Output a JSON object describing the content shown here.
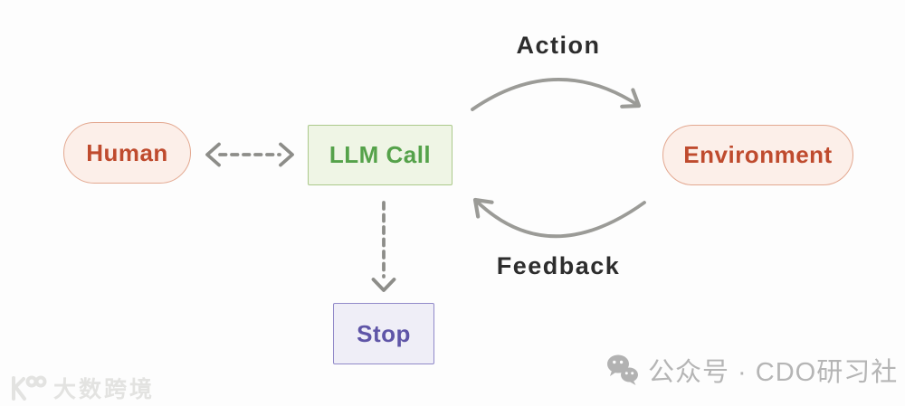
{
  "diagram": {
    "nodes": {
      "human": {
        "label": "Human",
        "bg": "#fcefe9",
        "border": "#e3a890",
        "text_color": "#bf4b2e",
        "shape": "pill"
      },
      "llm_call": {
        "label": "LLM Call",
        "bg": "#eff5e5",
        "border": "#abc98a",
        "text_color": "#55a24a",
        "shape": "rect"
      },
      "environment": {
        "label": "Environment",
        "bg": "#fcefe9",
        "border": "#e3a890",
        "text_color": "#bf4b2e",
        "shape": "pill"
      },
      "stop": {
        "label": "Stop",
        "bg": "#efeef7",
        "border": "#9189c9",
        "text_color": "#5f55a7",
        "shape": "rect"
      }
    },
    "edges": {
      "action": {
        "label": "Action",
        "type": "curved-solid-arrow",
        "from": "llm_call",
        "to": "environment"
      },
      "feedback": {
        "label": "Feedback",
        "type": "curved-solid-arrow",
        "from": "environment",
        "to": "llm_call"
      },
      "human_llm": {
        "label": "",
        "type": "dashed-double-arrow",
        "from": "human",
        "to": "llm_call"
      },
      "llm_stop": {
        "label": "",
        "type": "dashed-arrow",
        "from": "llm_call",
        "to": "stop"
      }
    },
    "arrow_color": "#9b9b97",
    "dashed_arrow_color": "#8d8d89",
    "edge_label_color": "#2d2d2d"
  },
  "watermarks": {
    "left": {
      "text": "大数跨境"
    },
    "right": {
      "text": "公众号 · CDO研习社"
    }
  }
}
